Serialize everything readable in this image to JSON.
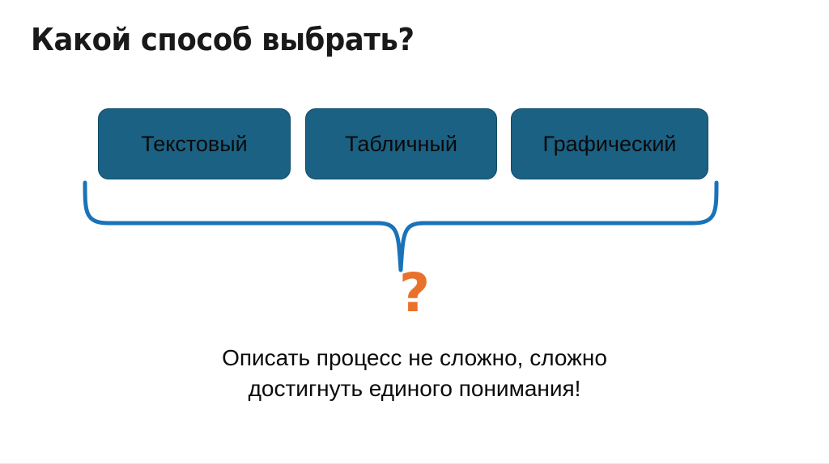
{
  "slide": {
    "title": "Какой способ выбрать?",
    "background_color": "#FFFFFF",
    "title_color": "#191919"
  },
  "options": {
    "box_fill_color": "#1B6183",
    "box_border_color": "#0F4B69",
    "box_text_color": "#0A0A0A",
    "items": [
      {
        "label": "Текстовый"
      },
      {
        "label": "Табличный"
      },
      {
        "label": "Графический"
      }
    ]
  },
  "brace": {
    "name": "curly-brace-down",
    "color": "#1A73B8",
    "stroke_width": 5
  },
  "question_mark": {
    "glyph": "?",
    "color": "#E8722C"
  },
  "caption": {
    "color": "#0A0A0A",
    "lines": [
      "Описать процесс не сложно, сложно",
      "достигнуть единого понимания!"
    ]
  }
}
